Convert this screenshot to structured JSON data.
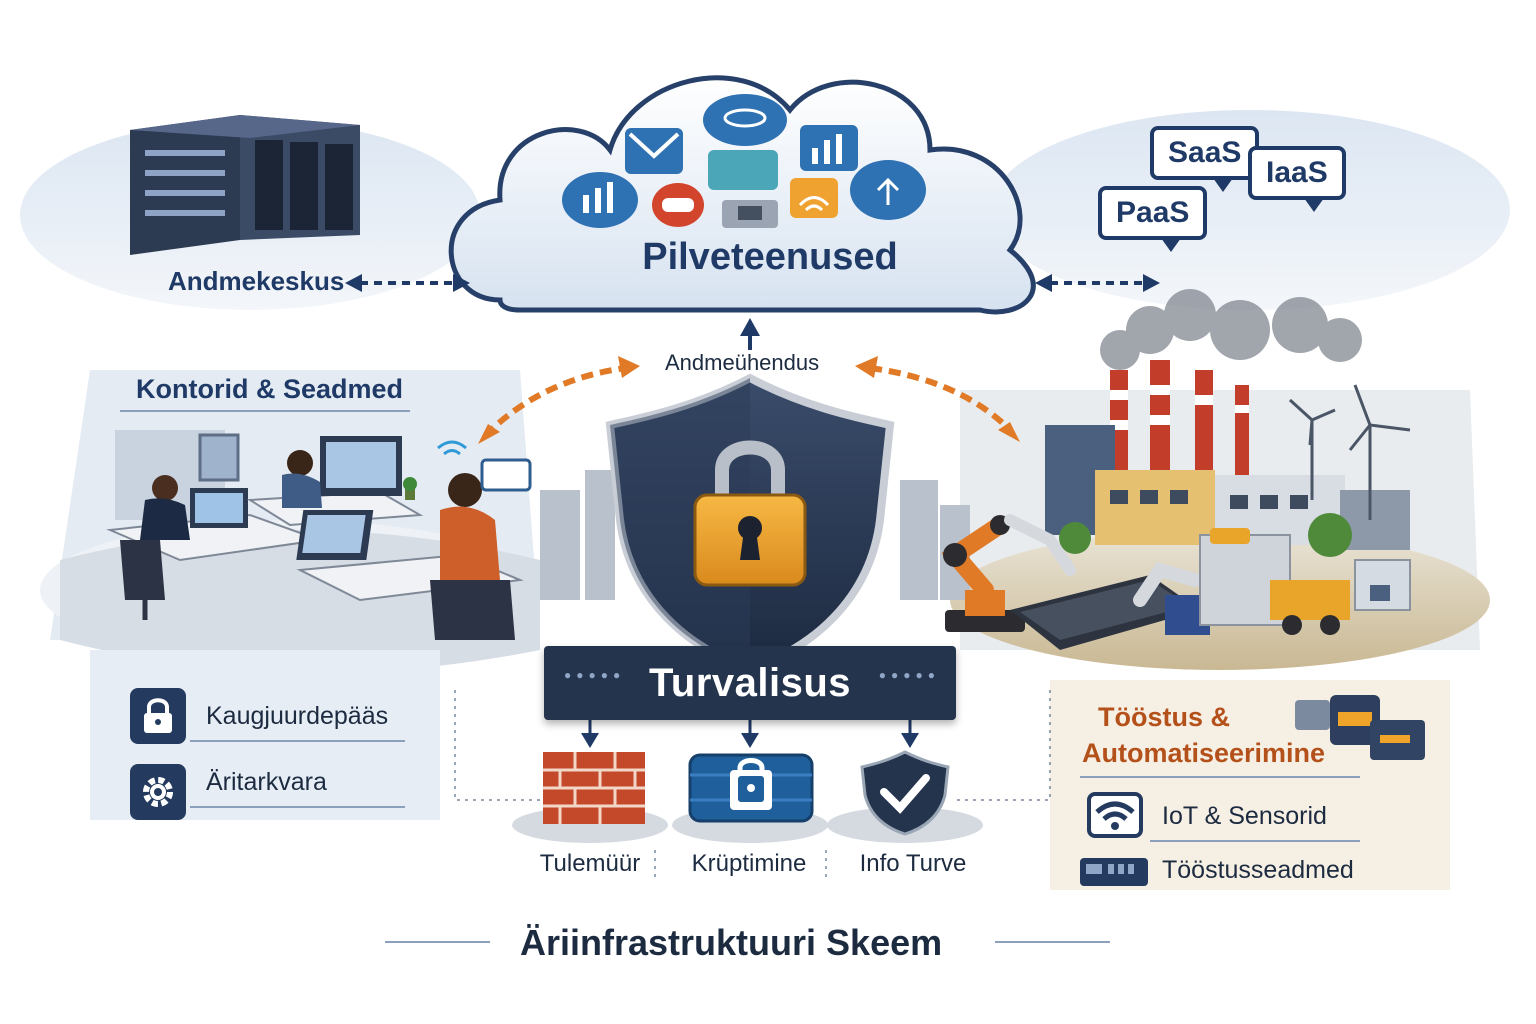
{
  "diagram": {
    "title": "Äriinfrastruktuuri Skeem",
    "cloud": {
      "title": "Pilveteenused",
      "service_models": [
        "SaaS",
        "IaaS",
        "PaaS"
      ]
    },
    "data_center": {
      "label": "Andmekeskus"
    },
    "connection": {
      "label": "Andmeühendus"
    },
    "offices": {
      "label": "Kontorid & Seadmed",
      "items": [
        "Kaugjuurdepääs",
        "Äritarkvara"
      ]
    },
    "security": {
      "label": "Turvalisus",
      "items": [
        "Tulemüür",
        "Krüptimine",
        "Info Turve"
      ]
    },
    "industry": {
      "label_line1": "Tööstus &",
      "label_line2": "Automatiseerimine",
      "items": [
        "IoT & Sensorid",
        "Tööstusseadmed"
      ]
    }
  },
  "colors": {
    "navy": "#1f3a66",
    "dark_panel": "#25344d",
    "accent_orange": "#e07a26",
    "lock_gold": "#f0a42a",
    "brick": "#c4492a",
    "encryption_blue": "#1f5f9c"
  },
  "icons": {
    "cloud_services": [
      "mail-icon",
      "chart-icon",
      "network-icon",
      "chat-icon",
      "wifi-icon",
      "cloud-upload-icon",
      "bar-chart-icon",
      "storage-icon"
    ],
    "security": [
      "firewall-brick-icon",
      "encrypted-disk-icon",
      "shield-check-icon"
    ],
    "offices": [
      "lock-icon",
      "gear-icon"
    ],
    "industry": [
      "wifi-icon",
      "device-icon"
    ]
  }
}
